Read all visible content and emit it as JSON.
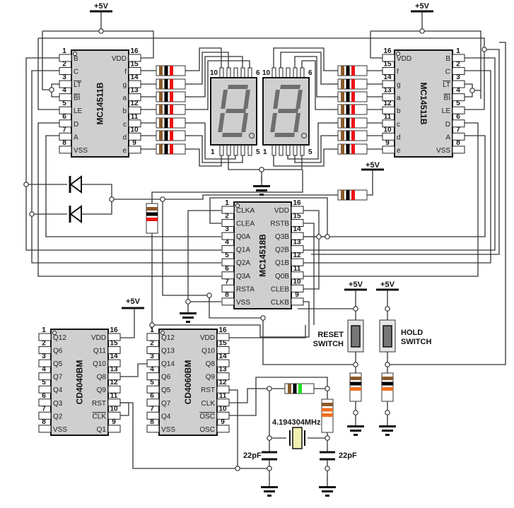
{
  "supply_label": "+5V",
  "colors": {
    "chip_body": "#cfcfcf",
    "display_body": "#cfcfcf",
    "segment": "#6e6e6e",
    "band_brown": "#8b5a2b",
    "band_black": "#000000",
    "band_red": "#ee1111",
    "band_green": "#22dd22",
    "band_orange": "#f07020",
    "crystal": "#f2f0b0",
    "switch_body": "#e6e6e6"
  },
  "chips": {
    "decoder_left": {
      "name": "MC14511B",
      "left": [
        {
          "num": "1",
          "label": "B"
        },
        {
          "num": "2",
          "label": "C"
        },
        {
          "num": "3",
          "label": "LT",
          "overbar": true
        },
        {
          "num": "4",
          "label": "BI",
          "overbar": true
        },
        {
          "num": "5",
          "label": "LE"
        },
        {
          "num": "6",
          "label": "D"
        },
        {
          "num": "7",
          "label": "A"
        },
        {
          "num": "8",
          "label": "VSS"
        }
      ],
      "right": [
        {
          "num": "16",
          "label": "VDD"
        },
        {
          "num": "15",
          "label": "f"
        },
        {
          "num": "14",
          "label": "g"
        },
        {
          "num": "13",
          "label": "a"
        },
        {
          "num": "12",
          "label": "b"
        },
        {
          "num": "11",
          "label": "c"
        },
        {
          "num": "10",
          "label": "d"
        },
        {
          "num": "9",
          "label": "e"
        }
      ]
    },
    "decoder_right": {
      "name": "MC14511B",
      "left": [
        {
          "num": "16",
          "label": "VDD"
        },
        {
          "num": "15",
          "label": "f"
        },
        {
          "num": "14",
          "label": "g"
        },
        {
          "num": "13",
          "label": "a"
        },
        {
          "num": "12",
          "label": "b"
        },
        {
          "num": "11",
          "label": "c"
        },
        {
          "num": "10",
          "label": "d"
        },
        {
          "num": "9",
          "label": "e"
        }
      ],
      "right": [
        {
          "num": "1",
          "label": "B"
        },
        {
          "num": "2",
          "label": "C"
        },
        {
          "num": "3",
          "label": "LT",
          "overbar": true
        },
        {
          "num": "4",
          "label": "BI",
          "overbar": true
        },
        {
          "num": "5",
          "label": "LE"
        },
        {
          "num": "6",
          "label": "D"
        },
        {
          "num": "7",
          "label": "A"
        },
        {
          "num": "8",
          "label": "VSS"
        }
      ]
    },
    "counter": {
      "name": "MC14518B",
      "left": [
        {
          "num": "1",
          "label": "CLKA"
        },
        {
          "num": "2",
          "label": "CLEA"
        },
        {
          "num": "3",
          "label": "Q0A"
        },
        {
          "num": "4",
          "label": "Q1A"
        },
        {
          "num": "5",
          "label": "Q2A"
        },
        {
          "num": "6",
          "label": "Q3A"
        },
        {
          "num": "7",
          "label": "RSTA"
        },
        {
          "num": "8",
          "label": "VSS"
        }
      ],
      "right": [
        {
          "num": "16",
          "label": "VDD"
        },
        {
          "num": "15",
          "label": "RSTB"
        },
        {
          "num": "14",
          "label": "Q3B"
        },
        {
          "num": "13",
          "label": "Q2B"
        },
        {
          "num": "12",
          "label": "Q1B"
        },
        {
          "num": "11",
          "label": "Q0B"
        },
        {
          "num": "10",
          "label": "CLEB"
        },
        {
          "num": "9",
          "label": "CLKB"
        }
      ]
    },
    "divider_4040": {
      "name": "CD4040BM",
      "left": [
        {
          "num": "1",
          "label": "Q12"
        },
        {
          "num": "2",
          "label": "Q6"
        },
        {
          "num": "3",
          "label": "Q5"
        },
        {
          "num": "4",
          "label": "Q7"
        },
        {
          "num": "5",
          "label": "Q4"
        },
        {
          "num": "6",
          "label": "Q3"
        },
        {
          "num": "7",
          "label": "Q2"
        },
        {
          "num": "8",
          "label": "VSS"
        }
      ],
      "right": [
        {
          "num": "16",
          "label": "VDD"
        },
        {
          "num": "15",
          "label": "Q11"
        },
        {
          "num": "14",
          "label": "Q10"
        },
        {
          "num": "13",
          "label": "Q8"
        },
        {
          "num": "12",
          "label": "Q9"
        },
        {
          "num": "11",
          "label": "RST"
        },
        {
          "num": "10",
          "label": "CLK",
          "overbar": true
        },
        {
          "num": "9",
          "label": "Q1"
        }
      ]
    },
    "divider_4060": {
      "name": "CD4060BM",
      "left": [
        {
          "num": "1",
          "label": "Q12"
        },
        {
          "num": "2",
          "label": "Q13"
        },
        {
          "num": "3",
          "label": "Q14"
        },
        {
          "num": "4",
          "label": "Q6"
        },
        {
          "num": "5",
          "label": "Q5"
        },
        {
          "num": "6",
          "label": "Q7"
        },
        {
          "num": "7",
          "label": "Q4"
        },
        {
          "num": "8",
          "label": "VSS"
        }
      ],
      "right": [
        {
          "num": "16",
          "label": "VDD"
        },
        {
          "num": "15",
          "label": "Q10"
        },
        {
          "num": "14",
          "label": "Q8"
        },
        {
          "num": "13",
          "label": "Q9"
        },
        {
          "num": "12",
          "label": "RST"
        },
        {
          "num": "11",
          "label": "CLK"
        },
        {
          "num": "10",
          "label": "OSC",
          "overbar": true
        },
        {
          "num": "9",
          "label": "OSC"
        }
      ]
    }
  },
  "displays": [
    {
      "top_left_pin": "10",
      "top_right_pin": "6",
      "bottom_left_pin": "1",
      "bottom_right_pin": "5"
    },
    {
      "top_left_pin": "10",
      "top_right_pin": "6",
      "bottom_left_pin": "1",
      "bottom_right_pin": "5"
    }
  ],
  "crystal_label": "4.194304MHz",
  "capacitor_label": "22pF",
  "switches": {
    "reset": [
      "RESET",
      "SWITCH"
    ],
    "hold": [
      "HOLD",
      "SWITCH"
    ]
  }
}
